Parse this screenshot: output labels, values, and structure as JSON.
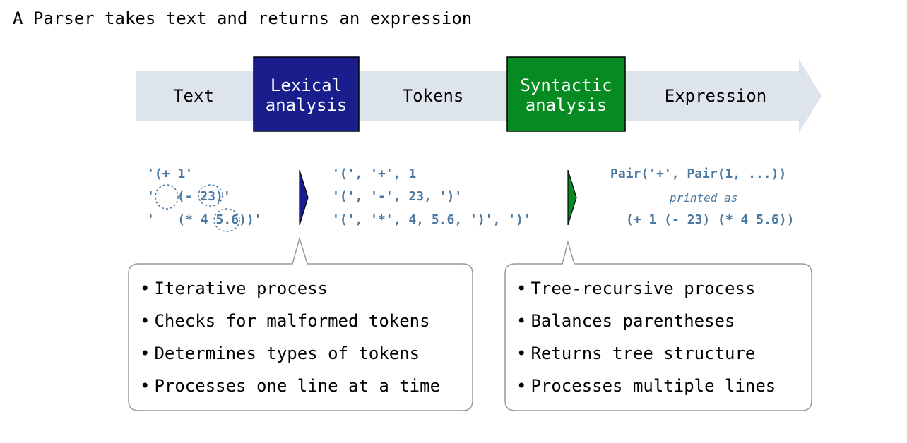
{
  "title": "A Parser takes text and returns an expression",
  "pipeline": {
    "text_label": "Text",
    "lexical_box": {
      "line1": "Lexical",
      "line2": "analysis",
      "color": "#1a1e8c"
    },
    "tokens_label": "Tokens",
    "syntactic_box": {
      "line1": "Syntactic",
      "line2": "analysis",
      "color": "#068a22"
    },
    "expression_label": "Expression",
    "arrow_color": "#dde4ec"
  },
  "text_example": {
    "line1": "'(+ 1'",
    "line2_pre": "'",
    "line2_paren": "(- ",
    "line2_num": "23",
    "line2_post": ")'",
    "line3_pre": "'   (* 4 ",
    "line3_num": "5.6",
    "line3_post": "))'"
  },
  "tokens_example": {
    "line1": "'(', '+', 1",
    "line2": "'(', '-', 23, ')'",
    "line3": "'(', '*', 4, 5.6, ')', ')'"
  },
  "expression_example": {
    "line1": "Pair('+', Pair(1, ...))",
    "line2": "printed as",
    "line3": "(+ 1 (- 23) (* 4 5.6))"
  },
  "lexical_bullets": [
    "Iterative process",
    "Checks for malformed tokens",
    "Determines types of tokens",
    "Processes one line at a time"
  ],
  "syntactic_bullets": [
    "Tree-recursive process",
    "Balances parentheses",
    "Returns tree structure",
    "Processes multiple lines"
  ],
  "code_color": "#4a78a0"
}
